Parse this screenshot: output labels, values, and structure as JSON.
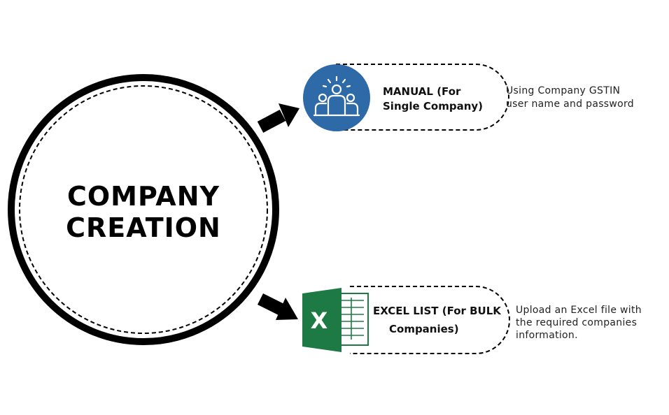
{
  "center": {
    "line1": "COMPANY",
    "line2": "CREATION"
  },
  "manual": {
    "line1": "MANUAL (For",
    "line2": "Single Company)",
    "desc_line1": "Using Company GSTIN",
    "desc_line2": "user name and password",
    "icon": "team-icon",
    "icon_color": "#2e6aa8"
  },
  "excel": {
    "line1": "EXCEL LIST (For BULK",
    "line2": "Companies)",
    "desc_line1": "Upload an Excel file with",
    "desc_line2": "the required companies",
    "desc_line3": "information.",
    "icon": "excel-icon",
    "icon_color": "#1e7a45"
  }
}
